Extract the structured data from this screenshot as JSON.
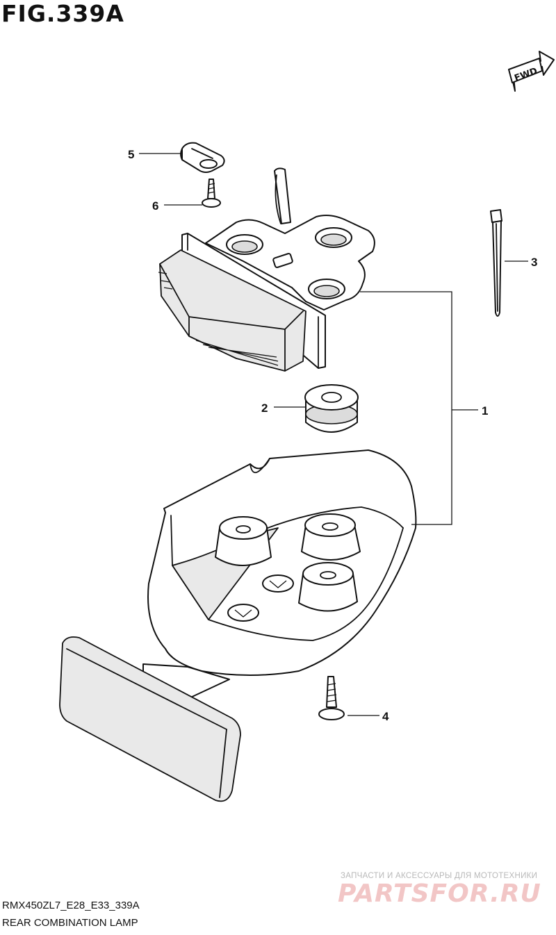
{
  "figure": {
    "title": "FIG.339A",
    "fwd_label": "FWD"
  },
  "callouts": [
    {
      "id": "1",
      "label": "1"
    },
    {
      "id": "2",
      "label": "2"
    },
    {
      "id": "3",
      "label": "3"
    },
    {
      "id": "4",
      "label": "4"
    },
    {
      "id": "5",
      "label": "5"
    },
    {
      "id": "6",
      "label": "6"
    }
  ],
  "footer": {
    "code": "RMX450ZL7_E28_E33_339A",
    "name": "REAR COMBINATION LAMP"
  },
  "watermark": {
    "tagline": "ЗАПЧАСТИ И АКСЕССУАРЫ ДЛЯ МОТОТЕХНИКИ",
    "logo": "PARTSFOR.RU"
  }
}
